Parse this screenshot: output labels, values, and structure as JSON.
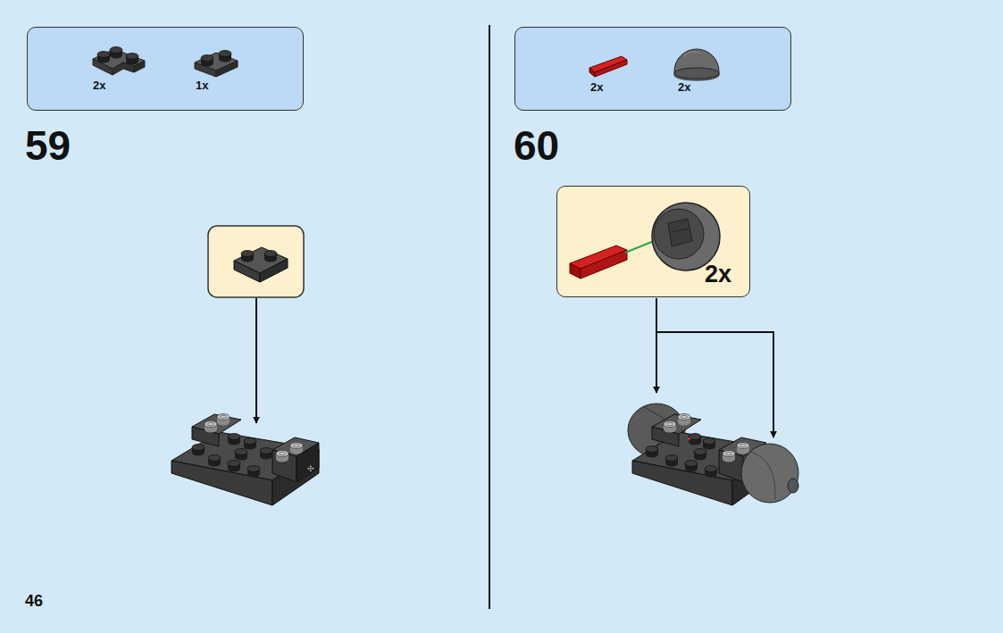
{
  "diagram": {
    "nodes": [
      {
        "text": [
          "2x",
          "1x"
        ]
      },
      {
        "text": [
          "2x",
          "2x"
        ]
      },
      {
        "text": [
          "2x"
        ]
      }
    ],
    "labels": [
      "59",
      "60",
      "46"
    ]
  }
}
